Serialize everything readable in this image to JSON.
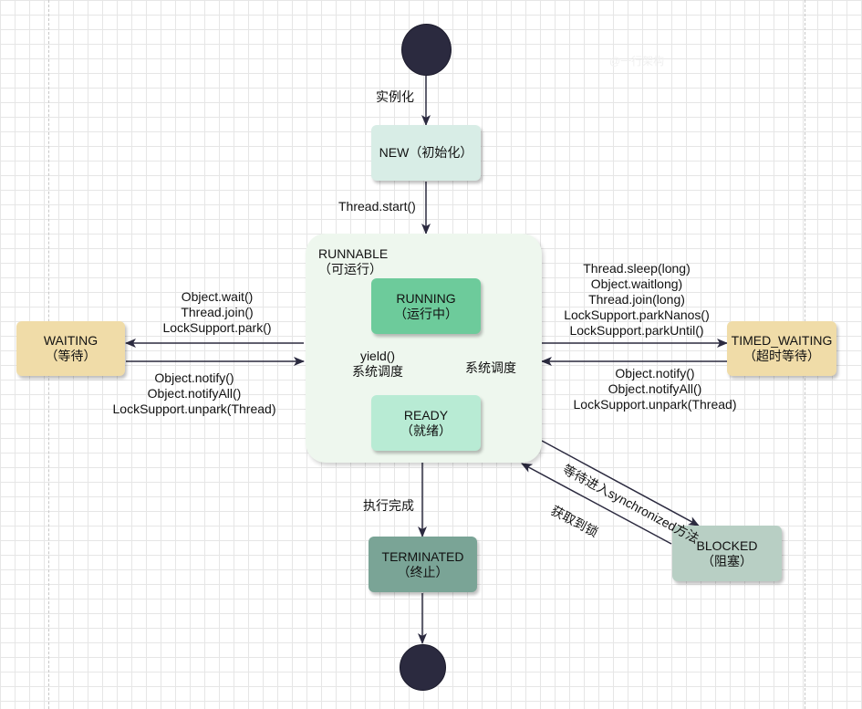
{
  "states": {
    "new": {
      "name": "NEW",
      "sub": "（初始化）"
    },
    "runnable": {
      "name": "RUNNABLE",
      "sub": "（可运行）"
    },
    "running": {
      "name": "RUNNING",
      "sub": "（运行中）"
    },
    "ready": {
      "name": "READY",
      "sub": "（就绪）"
    },
    "waiting": {
      "name": "WAITING",
      "sub": "（等待）"
    },
    "timed_waiting": {
      "name": "TIMED_WAITING",
      "sub": "（超时等待）"
    },
    "terminated": {
      "name": "TERMINATED",
      "sub": "（终止）"
    },
    "blocked": {
      "name": "BLOCKED",
      "sub": "（阻塞）"
    }
  },
  "transitions": {
    "instantiate": "实例化",
    "start": "Thread.start()",
    "to_waiting": [
      "Object.wait()",
      "Thread.join()",
      "LockSupport.park()"
    ],
    "from_waiting": [
      "Object.notify()",
      "Object.notifyAll()",
      "LockSupport.unpark(Thread)"
    ],
    "to_timed": [
      "Thread.sleep(long)",
      "Object.waitlong)",
      "Thread.join(long)",
      "LockSupport.parkNanos()",
      "LockSupport.parkUntil()"
    ],
    "from_timed": [
      "Object.notify()",
      "Object.notifyAll()",
      "LockSupport.unpark(Thread)"
    ],
    "running_to_ready": [
      "yield()",
      "系统调度"
    ],
    "ready_to_running": "系统调度",
    "finish": "执行完成",
    "to_blocked": "等待进入synchronized方法",
    "from_blocked": "获取到锁"
  },
  "colors": {
    "node": "#2b2a3f",
    "new": "#d8ede6",
    "runnable": "#eef7ee",
    "running": "#6dcb9b",
    "ready": "#b8ebd4",
    "waiting_box": "#f0dca8",
    "terminated": "#7aa496",
    "blocked": "#b8cfc4",
    "arrow": "#2b2a3f"
  }
}
